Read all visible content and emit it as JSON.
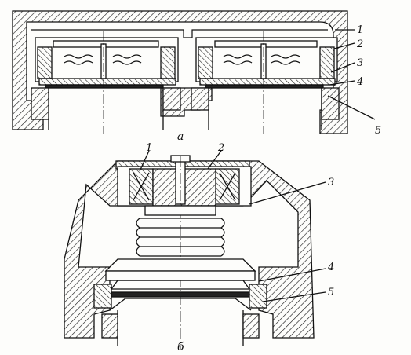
{
  "figure_a": {
    "caption": "а",
    "callouts": [
      "1",
      "2",
      "3",
      "4",
      "5"
    ]
  },
  "figure_b": {
    "caption": "б",
    "callouts": [
      "1",
      "2",
      "3",
      "4",
      "5"
    ]
  }
}
